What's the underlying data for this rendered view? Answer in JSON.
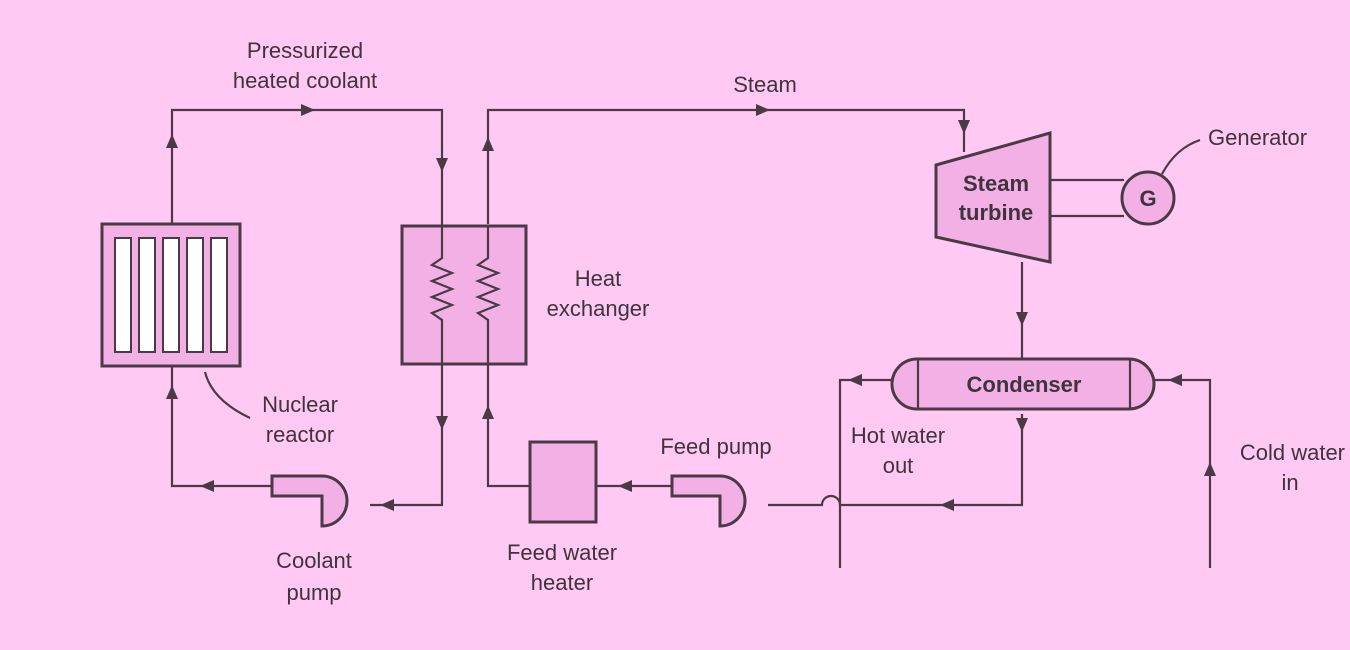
{
  "labels": {
    "pressurized_heated_coolant": [
      "Pressurized",
      "heated coolant"
    ],
    "steam": "Steam",
    "generator": "Generator",
    "generator_symbol": "G",
    "steam_turbine": [
      "Steam",
      "turbine"
    ],
    "heat_exchanger": [
      "Heat",
      "exchanger"
    ],
    "nuclear_reactor": [
      "Nuclear",
      "reactor"
    ],
    "condenser": "Condenser",
    "hot_water_out": [
      "Hot water",
      "out"
    ],
    "cold_water_in": [
      "Cold water",
      "in"
    ],
    "feed_pump": "Feed pump",
    "coolant_pump": [
      "Coolant",
      "pump"
    ],
    "feed_water_heater": [
      "Feed water",
      "heater"
    ]
  },
  "colors": {
    "background": "#ffc9f4",
    "line": "#4a3a48",
    "component_fill": "#f2b0e4"
  }
}
